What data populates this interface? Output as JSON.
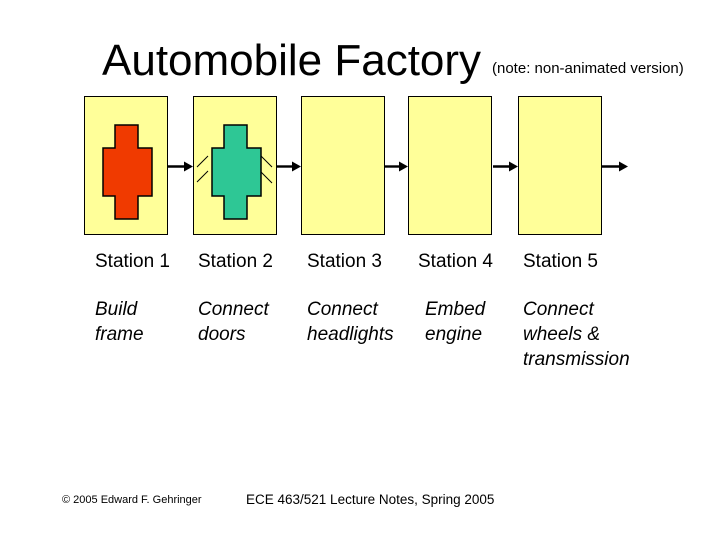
{
  "slide": {
    "title": "Automobile Factory",
    "note": "(note: non-animated version)"
  },
  "stations": [
    {
      "label": "Station 1",
      "task": "Build\nframe",
      "shape": "car-frame",
      "shape_color": "#F03A00"
    },
    {
      "label": "Station 2",
      "task": "Connect\ndoors",
      "shape": "car-frame-with-door-lines",
      "shape_color": "#2EC795"
    },
    {
      "label": "Station 3",
      "task": "Connect\nheadlights",
      "shape": null,
      "shape_color": null
    },
    {
      "label": "Station 4",
      "task": "Embed\nengine",
      "shape": null,
      "shape_color": null
    },
    {
      "label": "Station 5",
      "task": "Connect\nwheels &\ntransmission",
      "shape": null,
      "shape_color": null
    }
  ],
  "colors": {
    "box_fill": "#FFFF99",
    "box_border": "#000000",
    "arrow": "#000000",
    "background": "#FFFFFF"
  },
  "footer": {
    "copyright": "© 2005 Edward F. Gehringer",
    "center": "ECE 463/521 Lecture Notes, Spring 2005"
  }
}
